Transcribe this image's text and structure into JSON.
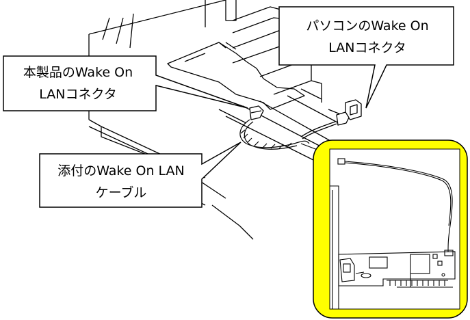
{
  "labels": {
    "pc_connector": {
      "line1": "パソコンのWake On",
      "line2": "LANコネクタ"
    },
    "product_connector": {
      "line1": "本製品のWake On",
      "line2": "LANコネクタ"
    },
    "attached_cable": {
      "line1": "添付のWake On LAN",
      "line2": "ケーブル"
    }
  },
  "colors": {
    "highlight": "#ffff00",
    "highlight_border": "#000000",
    "line": "#000000"
  }
}
